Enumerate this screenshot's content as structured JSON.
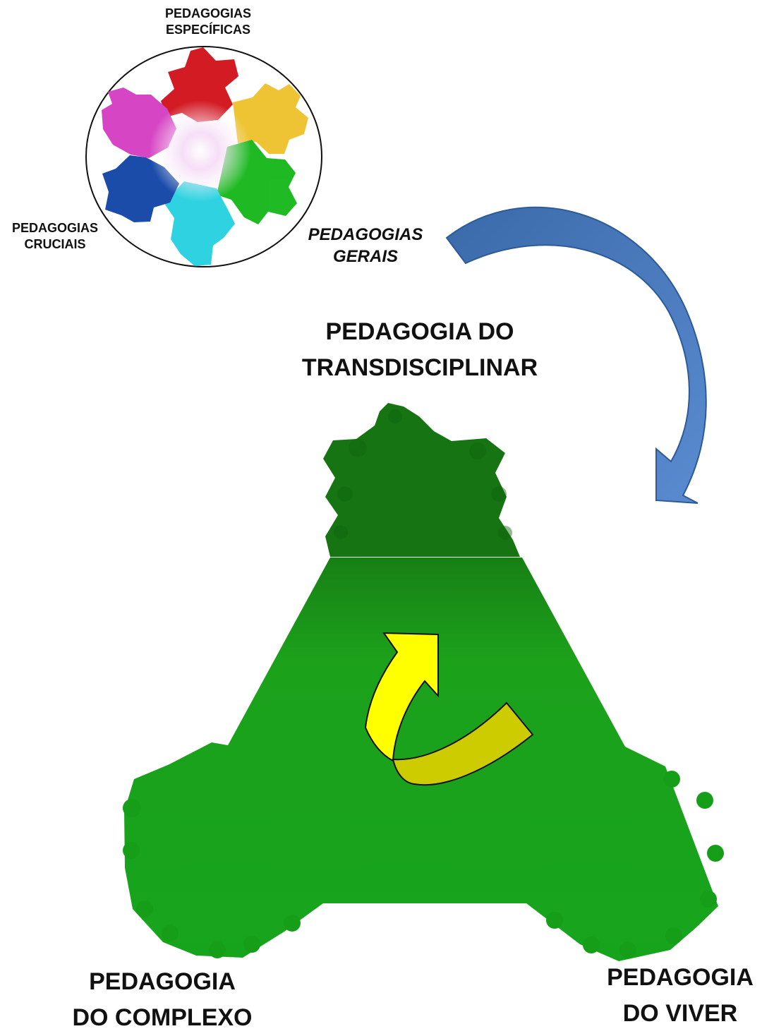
{
  "labels": {
    "especificas": [
      "PEDAGOGIAS",
      "ESPECÍFICAS"
    ],
    "cruciais": [
      "PEDAGOGIAS",
      "CRUCIAIS"
    ],
    "gerais": [
      "PEDAGOGIAS",
      "GERAIS"
    ],
    "transdisciplinar": [
      "PEDAGOGIA DO",
      "TRANSDISCIPLINAR"
    ],
    "complexo": [
      "PEDAGOGIA",
      "DO COMPLEXO"
    ],
    "viver": [
      "PEDAGOGIA",
      "DO VIVER"
    ]
  },
  "colors": {
    "snowflake_red": "#d0101a",
    "snowflake_yellow": "#f2c21c",
    "snowflake_green": "#14b31a",
    "snowflake_cyan": "#1fd3e0",
    "snowflake_blue": "#0f3fa0",
    "snowflake_magenta": "#d93ec5",
    "triangle_green": "#1ea21c",
    "triangle_dark_green": "#146f13",
    "blue_arrow": "#4a78b8",
    "yellow_arrow": "#ffff00",
    "olive_arrow": "#cfcf00"
  },
  "icons": {
    "circle_graphic": "koch-snowflake-rainbow",
    "triangle_graphic": "koch-triangle-green",
    "blue_arrow": "curved-arrow-down",
    "yellow_arrow": "circular-arrow-up"
  }
}
